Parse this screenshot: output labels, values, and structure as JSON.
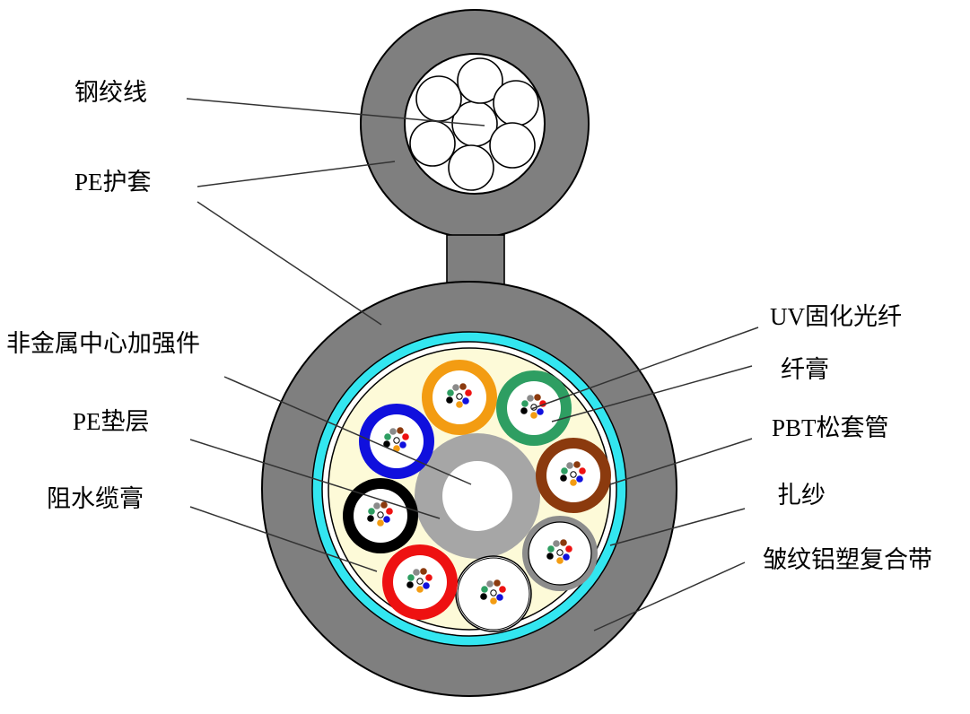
{
  "labels": {
    "steel_strand": "钢绞线",
    "pe_sheath": "PE护套",
    "central_strength_member": "非金属中心加强件",
    "pe_bedding": "PE垫层",
    "water_blocking_compound": "阻水缆膏",
    "uv_fiber": "UV固化光纤",
    "fiber_gel": "纤膏",
    "pbt_loose_tube": "PBT松套管",
    "binder_yarn": "扎纱",
    "corrugated_al_tape": "皱纹铝塑复合带"
  },
  "colors": {
    "sheath": "#7f7f7f",
    "armor_tape": "#33e6f0",
    "filling_compound": "#fdfad8",
    "central_member": "#a6a6a6",
    "tubes": [
      "#f39c12",
      "#2e9e62",
      "#8b3a0e",
      "#8c8c8c",
      "#ffffff",
      "#ee1111",
      "#000000",
      "#1010dd"
    ],
    "fiber_dots": [
      "#8a8a8a",
      "#8b3a0e",
      "#ee1111",
      "#1010dd",
      "#f39c12",
      "#000000",
      "#2e9e62"
    ]
  }
}
